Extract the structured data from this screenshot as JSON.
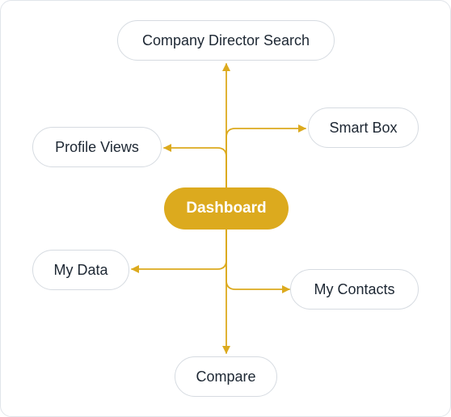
{
  "diagram": {
    "center": {
      "label": "Dashboard"
    },
    "nodes": {
      "company_director_search": "Company Director Search",
      "smart_box": "Smart Box",
      "profile_views": "Profile Views",
      "my_data": "My Data",
      "my_contacts": "My Contacts",
      "compare": "Compare"
    }
  },
  "colors": {
    "accent": "#dcaa1e",
    "node_border": "#d6dbe1",
    "node_text": "#1d2733",
    "card_border": "#e1e5ea"
  }
}
